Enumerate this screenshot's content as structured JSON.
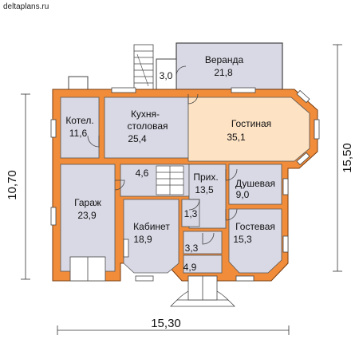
{
  "site": "deltaplans.ru",
  "dimensions": {
    "width": "15,30",
    "depth_left": "10,70",
    "depth_right": "15,50"
  },
  "rooms": {
    "veranda": {
      "name": "Веранда",
      "area": "21,8"
    },
    "porch_top": {
      "area": "3,0"
    },
    "boiler": {
      "name": "Котел.",
      "area": "11,6"
    },
    "kitchen": {
      "name_line1": "Кухня-",
      "name_line2": "столовая",
      "area": "25,4"
    },
    "living": {
      "name": "Гостиная",
      "area": "35,1"
    },
    "stair": {
      "area": "4,6"
    },
    "hall": {
      "name": "Прих.",
      "area": "13,5"
    },
    "shower": {
      "name": "Душевая",
      "area": "9,0"
    },
    "garage": {
      "name": "Гараж",
      "area": "23,9"
    },
    "closet": {
      "area": "1,3"
    },
    "study": {
      "name": "Кабинет",
      "area": "18,9"
    },
    "guest": {
      "name": "Гостевая",
      "area": "15,3"
    },
    "vestibule": {
      "area": "3,3"
    },
    "entry": {
      "area": "4,9"
    }
  },
  "colors": {
    "wall": "#f08c3a",
    "wall_line": "#7a3e10",
    "floor_gray": "#d9d9e6",
    "floor_peach": "#fde2c4",
    "floor_white": "#ffffff"
  }
}
